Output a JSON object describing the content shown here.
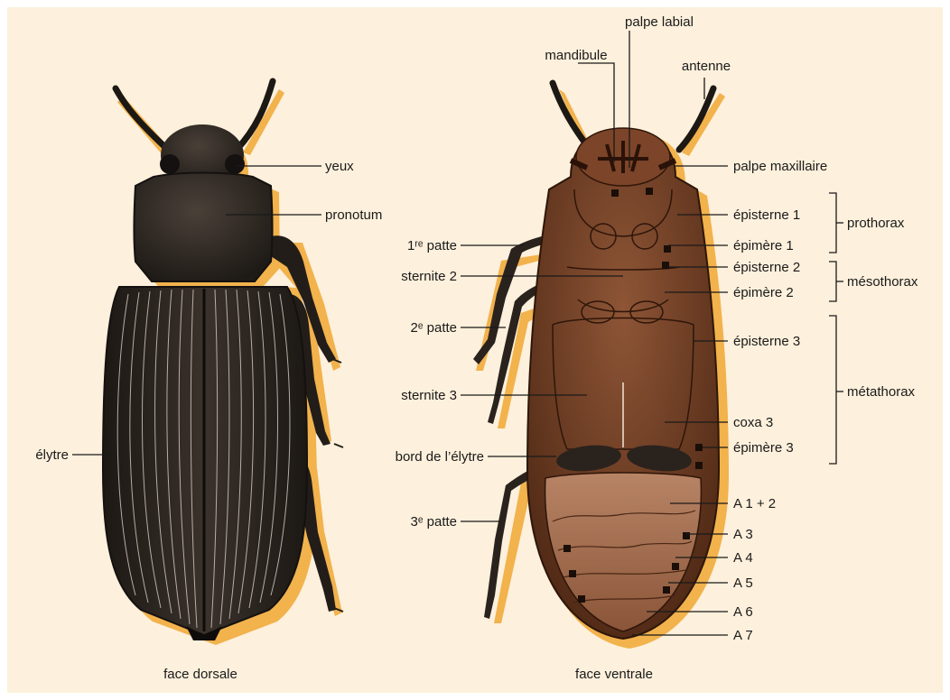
{
  "dorsal": {
    "caption": "face dorsale",
    "labels": {
      "yeux": "yeux",
      "pronotum": "pronotum",
      "elytre": "élytre"
    }
  },
  "ventral": {
    "caption": "face ventrale",
    "labels": {
      "palpe_labial": "palpe labial",
      "mandibule": "mandibule",
      "antenne": "antenne",
      "palpe_maxillaire": "palpe maxillaire",
      "episterne_1": "épisterne 1",
      "epimere_1": "épimère 1",
      "episterne_2": "épisterne 2",
      "epimere_2": "épimère 2",
      "episterne_3": "épisterne 3",
      "coxa_3": "coxa 3",
      "epimere_3": "épimère 3",
      "a1_2": "A 1 + 2",
      "a3": "A 3",
      "a4": "A 4",
      "a5": "A 5",
      "a6": "A 6",
      "a7": "A 7",
      "patte_1": "1ʳᵉ patte",
      "sternite_2": "sternite 2",
      "patte_2": "2ᵉ patte",
      "sternite_3": "sternite 3",
      "bord_elytre": "bord de l’élytre",
      "patte_3": "3ᵉ patte"
    },
    "groups": {
      "prothorax": "prothorax",
      "mesothorax": "mésothorax",
      "metathorax": "métathorax"
    }
  },
  "colors": {
    "background": "#fdf0dc",
    "dorsal_body": "#2a241f",
    "ventral_body": "#6b3a22",
    "abdomen": "#a57052",
    "shadow": "#f2b24c"
  }
}
